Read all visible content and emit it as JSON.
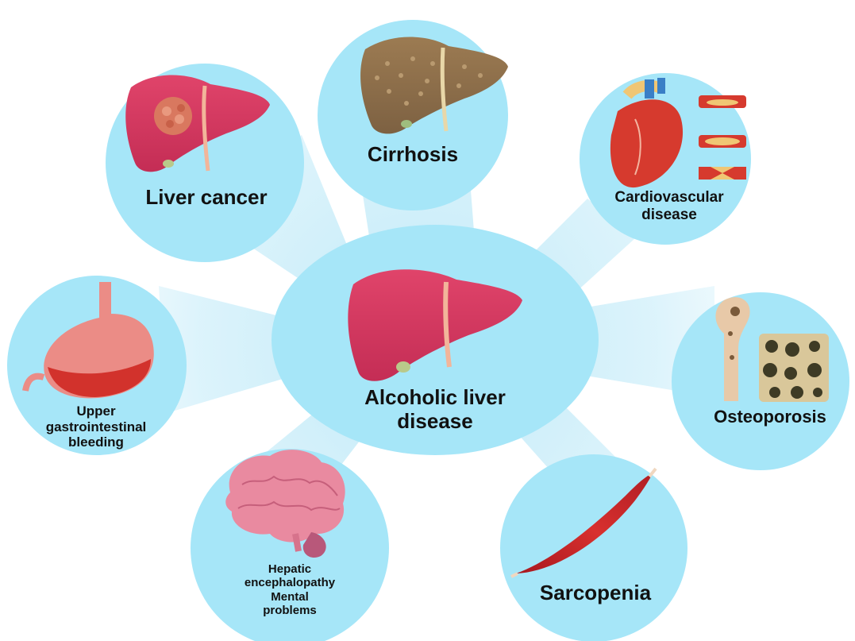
{
  "center": {
    "line1": "Alcoholic liver",
    "line2": "disease"
  },
  "nodes": {
    "liver_cancer": "Liver cancer",
    "cirrhosis": "Cirrhosis",
    "cardiovascular": {
      "line1": "Cardiovascular",
      "line2": "disease"
    },
    "gi_bleeding": {
      "line1": "Upper",
      "line2": "gastrointestinal",
      "line3": "bleeding"
    },
    "osteoporosis": "Osteoporosis",
    "hepatic": {
      "line1": "Hepatic",
      "line2": "encephalopathy",
      "line3": "Mental",
      "line4": "problems"
    },
    "sarcopenia": "Sarcopenia"
  },
  "colors": {
    "circle_fill": "#a6e6f8",
    "liver": "#d63a5c",
    "text": "#111111"
  },
  "icons": [
    "liver-icon",
    "liver-cancer-icon",
    "cirrhosis-icon",
    "heart-icon",
    "artery-icons",
    "stomach-icon",
    "bone-icon",
    "brain-icon",
    "muscle-icon"
  ]
}
